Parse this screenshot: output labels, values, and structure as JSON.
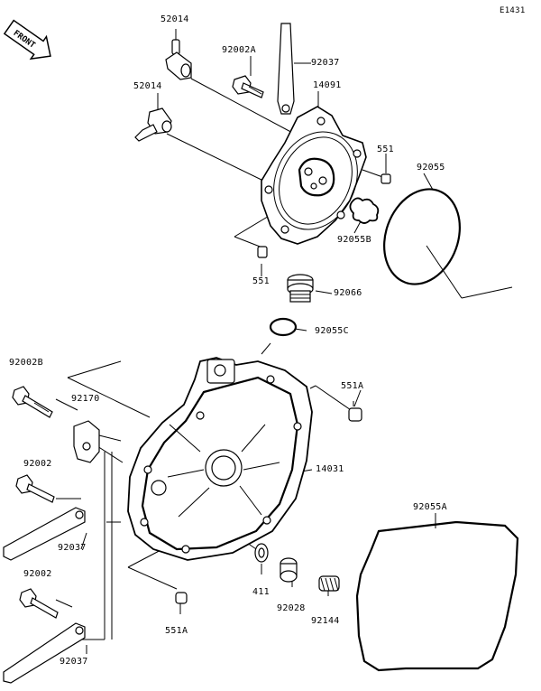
{
  "diagram_id": "E1431",
  "front_label": "FRONT",
  "labels": {
    "p52014_top": "52014",
    "p92002A": "92002A",
    "p92037_top": "92037",
    "p52014_mid": "52014",
    "p14091": "14091",
    "p551_right": "551",
    "p92055": "92055",
    "p92055B": "92055B",
    "p551_low": "551",
    "p92066": "92066",
    "p92055C": "92055C",
    "p92002B": "92002B",
    "p92170": "92170",
    "p551A_right": "551A",
    "p92002_a": "92002",
    "p14031": "14031",
    "p92055A": "92055A",
    "p92037_mid": "92037",
    "p92002_b": "92002",
    "p411": "411",
    "p92028": "92028",
    "p92144": "92144",
    "p551A_low": "551A",
    "p92037_low": "92037"
  }
}
